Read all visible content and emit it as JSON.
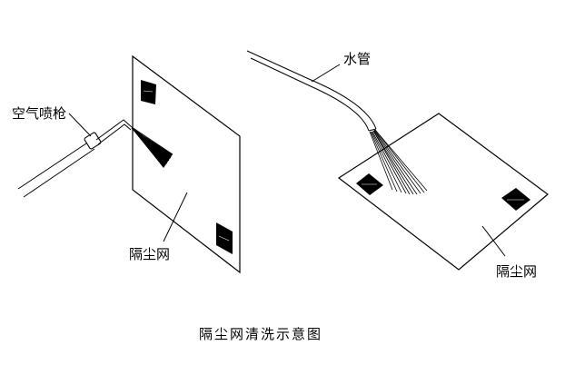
{
  "labels": {
    "air_gun": "空气喷枪",
    "water_pipe": "水管",
    "filter_left": "隔尘网",
    "filter_right": "隔尘网"
  },
  "caption": "隔尘网清洗示意图"
}
